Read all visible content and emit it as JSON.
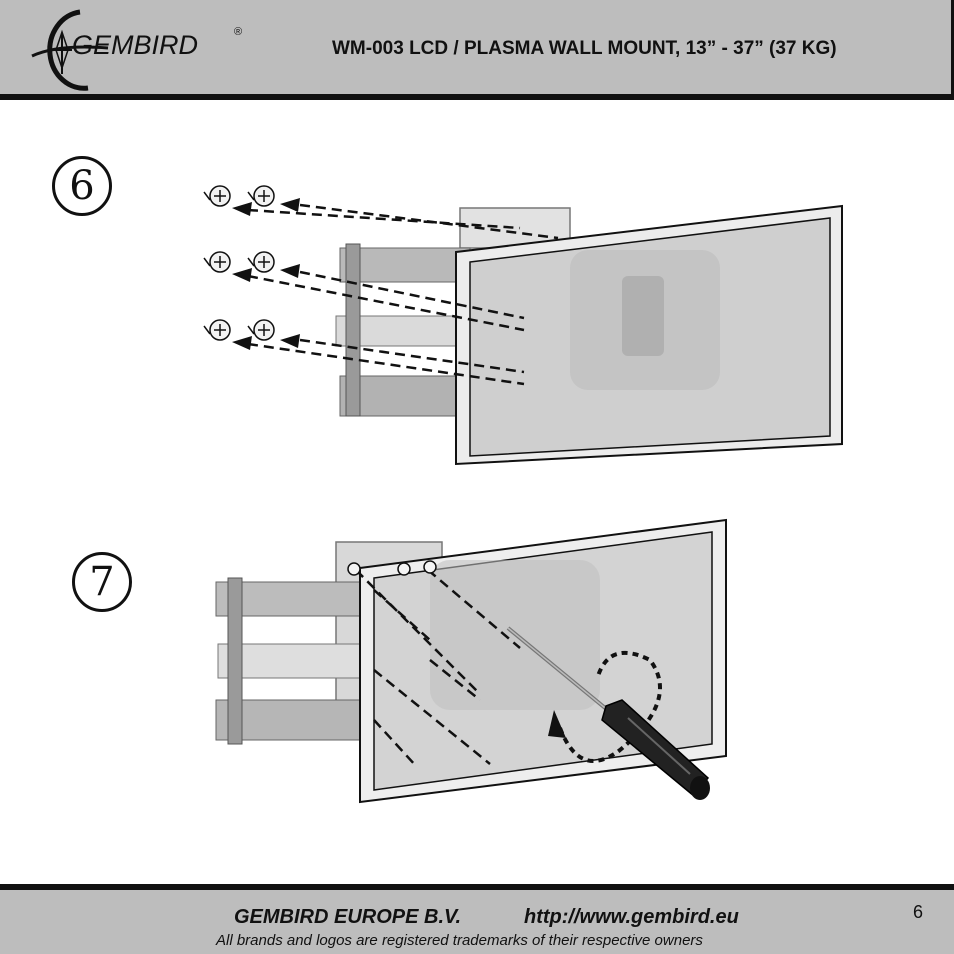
{
  "header": {
    "logo_text": "GEMBIRD",
    "logo_mark": "®",
    "title": "WM-003 LCD / PLASMA WALL MOUNT, 13” - 37” (37 KG)"
  },
  "steps": [
    {
      "number": "6",
      "illustration": "screws-removed-from-mount-arms"
    },
    {
      "number": "7",
      "illustration": "screwdriver-tightening-screws"
    }
  ],
  "footer": {
    "company": "GEMBIRD EUROPE B.V.",
    "url": "http://www.gembird.eu",
    "note": "All brands and logos are registered trademarks of their respective owners",
    "page_number": "6"
  },
  "icons": {
    "logo": "gembird-logo-icon",
    "screw": "screw-icon",
    "screwdriver": "screwdriver-icon",
    "rotate_arrow": "rotate-arrow-icon"
  },
  "colors": {
    "band": "#bdbdbd",
    "ink": "#111111",
    "panel": "#d9d9d9",
    "arm": "#bcbcbc"
  }
}
